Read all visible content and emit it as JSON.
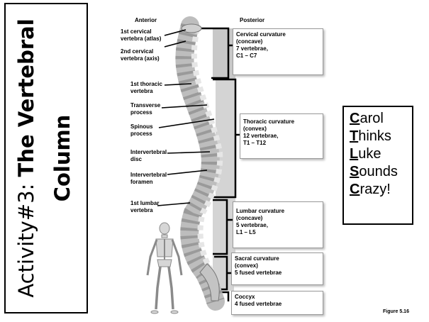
{
  "slide": {
    "side_title_prefix": "Activity#3: ",
    "side_title_bold_1": "The Vertebral",
    "side_title_bold_2": "Column"
  },
  "headers": {
    "anterior": "Anterior",
    "posterior": "Posterior"
  },
  "labels": {
    "atlas": [
      "1st cervical",
      "vertebra (atlas)"
    ],
    "axis": [
      "2nd cervical",
      "vertebra (axis)"
    ],
    "thoracic1": [
      "1st thoracic",
      "vertebra"
    ],
    "transverse": [
      "Transverse",
      "process"
    ],
    "spinous": [
      "Spinous",
      "process"
    ],
    "disc": [
      "Intervertebral",
      "disc"
    ],
    "foramen": [
      "Intervertebral",
      "foramen"
    ],
    "lumbar1": [
      "1st lumbar",
      "vertebra"
    ]
  },
  "boxes": {
    "cervical": [
      "Cervical  curvature",
      "(concave)",
      "7 vertebrae,",
      "C1 – C7"
    ],
    "thoracic": [
      "Thoracic   curvature",
      "(convex)",
      "12 vertebrae,",
      "T1 – T12"
    ],
    "lumbar": [
      "Lumbar  curvature",
      "(concave)",
      "5 vertebrae,",
      "L1 – L5"
    ],
    "sacral": [
      "Sacral  curvature",
      "(convex)",
      "5 fused  vertebrae"
    ],
    "coccyx": [
      "Coccyx",
      "4 fused  vertebrae"
    ]
  },
  "mnemonic": [
    {
      "first": "C",
      "rest": "arol"
    },
    {
      "first": "T",
      "rest": "hinks"
    },
    {
      "first": "L",
      "rest": "uke"
    },
    {
      "first": "S",
      "rest": "ounds"
    },
    {
      "first": "C",
      "rest": "razy!"
    }
  ],
  "figure_label": "Figure  5.16",
  "icons": {
    "spine": "vertebral-column-illustration",
    "skeleton": "human-skeleton-illustration"
  },
  "colors": {
    "bone": "#d9d9d9",
    "bone_dark": "#8c8c8c",
    "bracket_fill": "#c8c8c8"
  }
}
